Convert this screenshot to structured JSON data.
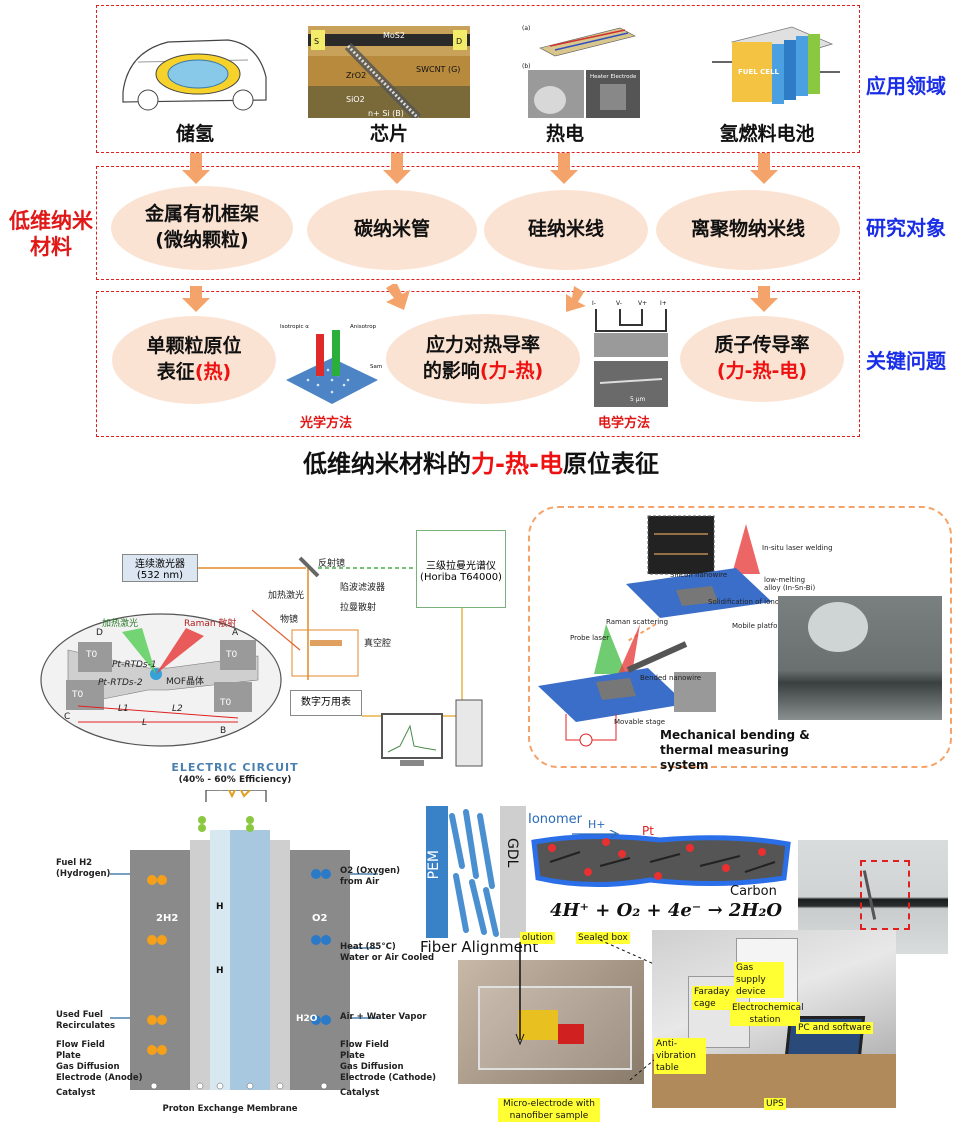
{
  "top": {
    "side_label": "低维纳米\n材料",
    "row_labels": {
      "application": "应用领域",
      "research": "研究对象",
      "key_issue": "关键问题"
    },
    "applications": [
      "储氢",
      "芯片",
      "热电",
      "氢燃料电池"
    ],
    "research_objects": [
      {
        "line1": "金属有机框架",
        "line2": "(微纳颗粒)"
      },
      {
        "line1": "碳纳米管",
        "line2": ""
      },
      {
        "line1": "硅纳米线",
        "line2": ""
      },
      {
        "line1": "离聚物纳米线",
        "line2": ""
      }
    ],
    "key_issues": [
      {
        "line1": "单颗粒原位",
        "line2a": "表征",
        "line2b": "(热)"
      },
      {
        "line1": "应力对热导率",
        "line2a": "的影响",
        "line2b": "(力-热)"
      },
      {
        "line1": "质子传导率",
        "line2a": "",
        "line2b": "(力-热-电)"
      }
    ],
    "methods": {
      "optical": "光学方法",
      "electrical": "电学方法"
    },
    "optical_img_labels": {
      "left": "Isotropic α",
      "right": "Anisotrop",
      "samp": "Sam"
    },
    "chip_labels": {
      "mos2": "MoS2",
      "zro2": "ZrO2",
      "sio2": "SiO2",
      "swcnt": "SWCNT (G)",
      "si": "n+ Si (B)",
      "s": "S",
      "d": "D"
    },
    "thermo_labels": {
      "a": "(a)",
      "b": "(b)",
      "heater": "Heater Electrode"
    },
    "electrical_labels": {
      "iminus": "I-",
      "vminus": "V-",
      "vplus": "V+",
      "iplus": "I+",
      "scale": "5 μm"
    },
    "fuel_cell_text": "FUEL CELL",
    "title_pre": "低维纳米材料的",
    "title_red": "力-热-电",
    "title_post": "原位表征"
  },
  "raman": {
    "laser": "连续激光器",
    "laser_wl": "(532 nm)",
    "mirror": "反射镜",
    "heat_laser": "加热激光",
    "filter": "陷波滤波器",
    "raman_scatter": "拉曼散射",
    "objective": "物镜",
    "vacuum": "真空腔",
    "spectrometer": "三级拉曼光谱仪",
    "spectrometer_model": "(Horiba T64000)",
    "multimeter": "数字万用表",
    "disk_heat": "加热激光",
    "disk_raman": "Raman 散射",
    "rtd1": "Pt-RTDs-1",
    "rtd2": "Pt-RTDs-2",
    "mof": "MOF晶体",
    "t0": "T0",
    "corners": [
      "A",
      "B",
      "C",
      "D"
    ],
    "l1": "L1",
    "l2": "L2",
    "l": "L"
  },
  "bending": {
    "labels": [
      "In-situ laser welding",
      "Silicon nanowire",
      "low-melting alloy (In-Sn-Bi)",
      "Solidification of ionomer",
      "Mobile platform",
      "Raman scattering",
      "Probe laser",
      "Bended nanowire",
      "Movable stage"
    ],
    "caption": "Mechanical bending & thermal measuring system"
  },
  "fuel_cell": {
    "title": "ELECTRIC CIRCUIT",
    "efficiency": "(40% - 60% Efficiency)",
    "left_labels": [
      "Fuel H2",
      "(Hydrogen)",
      "Used Fuel",
      "Recirculates",
      "Flow Field",
      "Plate",
      "Gas Diffusion",
      "Electrode (Anode)",
      "Catalyst"
    ],
    "right_labels": [
      "O2 (Oxygen)",
      "from Air",
      "Heat (85°C)",
      "Water or Air Cooled",
      "Air + Water Vapor",
      "Flow Field",
      "Plate",
      "Gas Diffusion",
      "Electrode (Cathode)",
      "Catalyst"
    ],
    "bottom": "Proton Exchange Membrane",
    "h2": "2H2",
    "o2": "O2",
    "h2o": "H2O",
    "h": "H"
  },
  "ionomer": {
    "pem": "PEM",
    "gdl": "GDL",
    "fiber": "Fiber Alignment",
    "ionomer": "Ionomer",
    "hplus": "H+",
    "pt": "Pt",
    "carbon": "Carbon",
    "equation": "4H⁺ + O₂ + 4e⁻ → 2H₂O"
  },
  "photos": {
    "solution": "olution",
    "sealed": "Sealed box",
    "micro": "Micro-electrode with nanofiber sample",
    "gas": "Gas supply device",
    "faraday": "Faraday cage",
    "electrochem": "Electrochemical station",
    "pc": "PC and software",
    "anti": "Anti-vibration table",
    "ups": "UPS"
  }
}
